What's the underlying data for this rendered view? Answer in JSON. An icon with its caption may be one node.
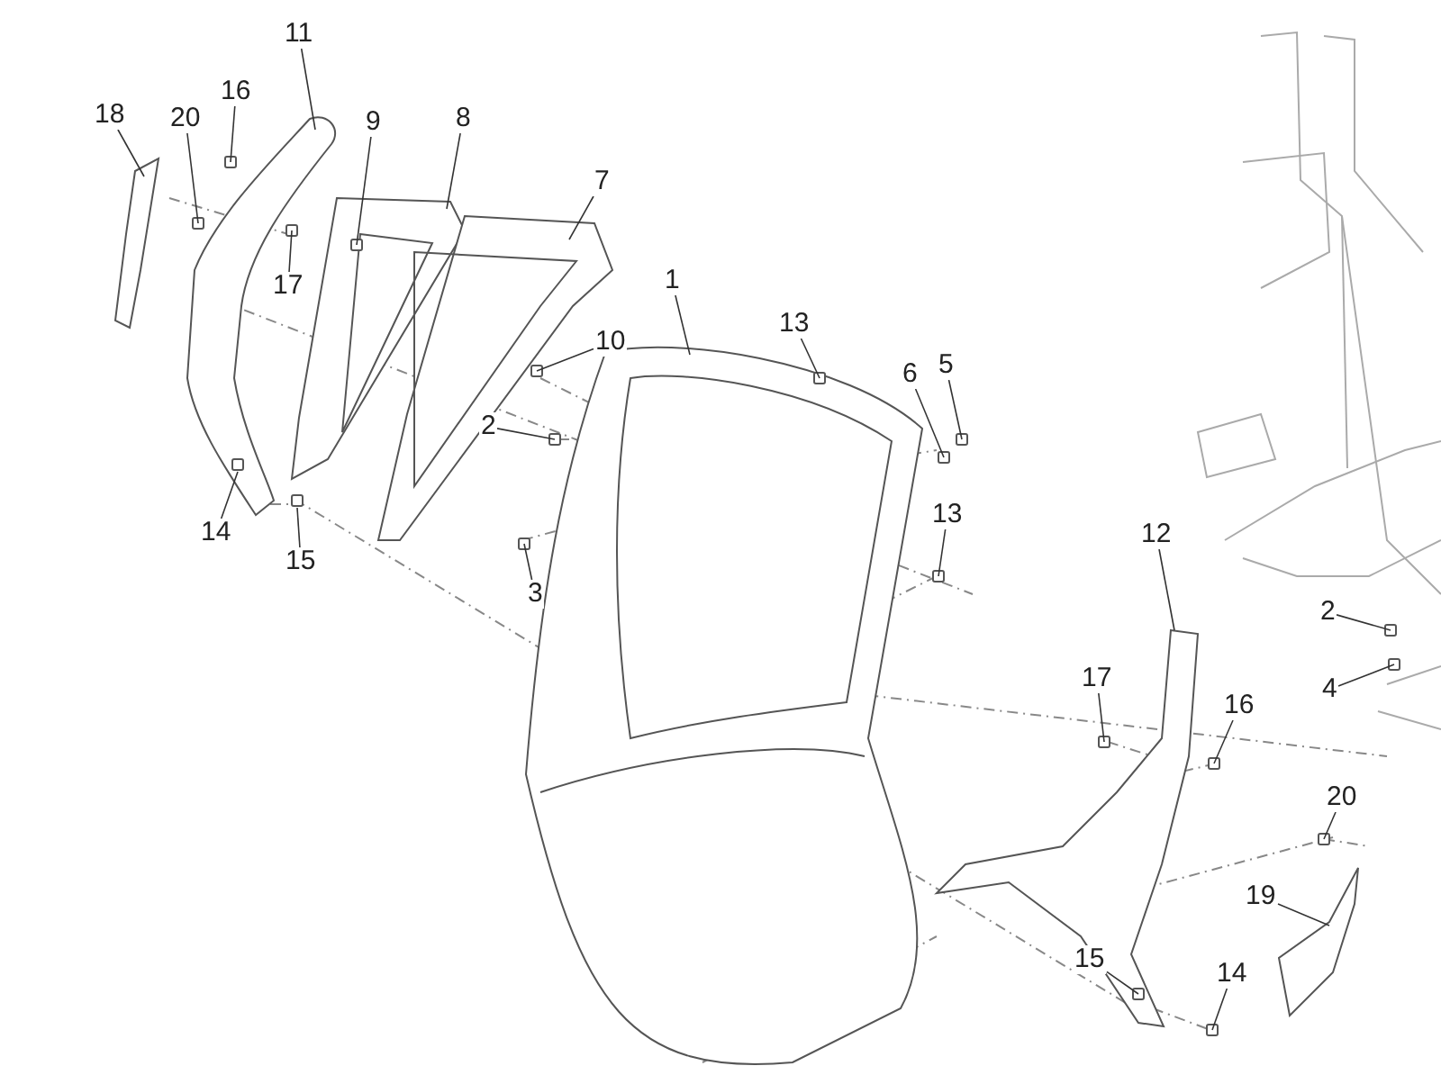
{
  "diagram": {
    "nodes": [
      {
        "text": [
          "11"
        ]
      },
      {
        "text": [
          "18"
        ]
      },
      {
        "text": [
          "20"
        ]
      },
      {
        "text": [
          "16"
        ]
      },
      {
        "text": [
          "9"
        ]
      },
      {
        "text": [
          "8"
        ]
      },
      {
        "text": [
          "7"
        ]
      },
      {
        "text": [
          "17"
        ]
      },
      {
        "text": [
          "1"
        ]
      },
      {
        "text": [
          "10"
        ]
      },
      {
        "text": [
          "13"
        ]
      },
      {
        "text": [
          "6"
        ]
      },
      {
        "text": [
          "5"
        ]
      },
      {
        "text": [
          "2"
        ]
      },
      {
        "text": [
          "14"
        ]
      },
      {
        "text": [
          "15"
        ]
      },
      {
        "text": [
          "3"
        ]
      },
      {
        "text": [
          "13"
        ]
      },
      {
        "text": [
          "12"
        ]
      },
      {
        "text": [
          "2"
        ]
      },
      {
        "text": [
          "17"
        ]
      },
      {
        "text": [
          "4"
        ]
      },
      {
        "text": [
          "16"
        ]
      },
      {
        "text": [
          "20"
        ]
      },
      {
        "text": [
          "19"
        ]
      },
      {
        "text": [
          "15"
        ]
      },
      {
        "text": [
          "14"
        ]
      }
    ],
    "edges": [
      {
        "from": 0,
        "to": null,
        "arrow": "none"
      },
      {
        "from": 1,
        "to": null,
        "arrow": "none"
      },
      {
        "from": 2,
        "to": null,
        "arrow": "none"
      },
      {
        "from": 3,
        "to": null,
        "arrow": "none"
      },
      {
        "from": 4,
        "to": null,
        "arrow": "none"
      },
      {
        "from": 5,
        "to": null,
        "arrow": "none"
      },
      {
        "from": 6,
        "to": null,
        "arrow": "none"
      },
      {
        "from": 7,
        "to": null,
        "arrow": "none"
      },
      {
        "from": 8,
        "to": null,
        "arrow": "none"
      },
      {
        "from": 9,
        "to": null,
        "arrow": "none"
      },
      {
        "from": 10,
        "to": null,
        "arrow": "none"
      },
      {
        "from": 11,
        "to": null,
        "arrow": "none"
      },
      {
        "from": 12,
        "to": null,
        "arrow": "none"
      },
      {
        "from": 13,
        "to": null,
        "arrow": "none"
      },
      {
        "from": 14,
        "to": null,
        "arrow": "none"
      },
      {
        "from": 15,
        "to": null,
        "arrow": "none"
      },
      {
        "from": 16,
        "to": null,
        "arrow": "none"
      },
      {
        "from": 17,
        "to": null,
        "arrow": "none"
      },
      {
        "from": 18,
        "to": null,
        "arrow": "none"
      },
      {
        "from": 19,
        "to": null,
        "arrow": "none"
      },
      {
        "from": 20,
        "to": null,
        "arrow": "none"
      },
      {
        "from": 21,
        "to": null,
        "arrow": "none"
      },
      {
        "from": 22,
        "to": null,
        "arrow": "none"
      },
      {
        "from": 23,
        "to": null,
        "arrow": "none"
      },
      {
        "from": 24,
        "to": null,
        "arrow": "none"
      },
      {
        "from": 25,
        "to": null,
        "arrow": "none"
      },
      {
        "from": 26,
        "to": null,
        "arrow": "none"
      }
    ]
  }
}
